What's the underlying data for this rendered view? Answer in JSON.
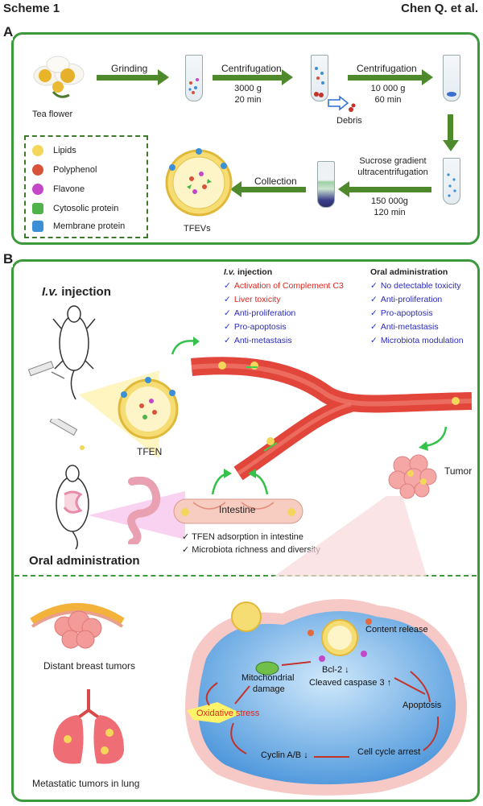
{
  "header": {
    "scheme": "Scheme 1",
    "authors": "Chen Q. et al."
  },
  "panelA": {
    "label": "A",
    "tea_flower": "Tea flower",
    "grinding": "Grinding",
    "cent1_label": "Centrifugation",
    "cent1_g": "3000 g",
    "cent1_time": "20 min",
    "cent2_label": "Centrifugation",
    "cent2_g": "10 000 g",
    "cent2_time": "60 min",
    "debris": "Debris",
    "sucrose1": "Sucrose gradient",
    "sucrose2": "ultracentrifugation",
    "sucrose_g": "150 000g",
    "sucrose_time": "120 min",
    "collection": "Collection",
    "tfevs": "TFEVs",
    "legend": [
      {
        "label": "Lipids",
        "color": "#f3d65a"
      },
      {
        "label": "Polyphenol",
        "color": "#d9533a"
      },
      {
        "label": "Flavone",
        "color": "#c447c9"
      },
      {
        "label": "Cytosolic protein",
        "color": "#4fb34a"
      },
      {
        "label": "Membrane protein",
        "color": "#3a8fd6"
      }
    ]
  },
  "panelB": {
    "label": "B",
    "iv_title_italic": "I.v.",
    "iv_title_rest": "injection",
    "oral_title": "Oral administration",
    "tfen": "TFEN",
    "tumor": "Tumor",
    "intestine": "Intestine",
    "iv_list_head_italic": "I.v.",
    "iv_list_head_rest": "injection",
    "iv_list": [
      {
        "text": "Activation of Complement C3",
        "color": "red"
      },
      {
        "text": "Liver toxicity",
        "color": "red"
      },
      {
        "text": "Anti-proliferation",
        "color": "blue"
      },
      {
        "text": "Pro-apoptosis",
        "color": "blue"
      },
      {
        "text": "Anti-metastasis",
        "color": "blue"
      }
    ],
    "oral_list_head": "Oral administration",
    "oral_list": [
      {
        "text": "No detectable toxicity"
      },
      {
        "text": "Anti-proliferation"
      },
      {
        "text": "Pro-apoptosis"
      },
      {
        "text": "Anti-metastasis"
      },
      {
        "text": "Microbiota modulation"
      }
    ],
    "intestine_notes": [
      "TFEN adsorption in intestine",
      "Microbiota richness and diversity"
    ],
    "breast": "Distant breast tumors",
    "lung": "Metastatic tumors in lung",
    "cell": {
      "content_release": "Content release",
      "mito1": "Mitochondrial",
      "mito2": "damage",
      "bcl2": "Bcl-2",
      "caspase": "Cleaved  caspase 3",
      "oxidative": "Oxidative stress",
      "apoptosis": "Apoptosis",
      "cyclin": "Cyclin A/B",
      "arrest": "Cell cycle arrest"
    },
    "check_mark": "✓",
    "down": "↓",
    "up": "↑"
  }
}
